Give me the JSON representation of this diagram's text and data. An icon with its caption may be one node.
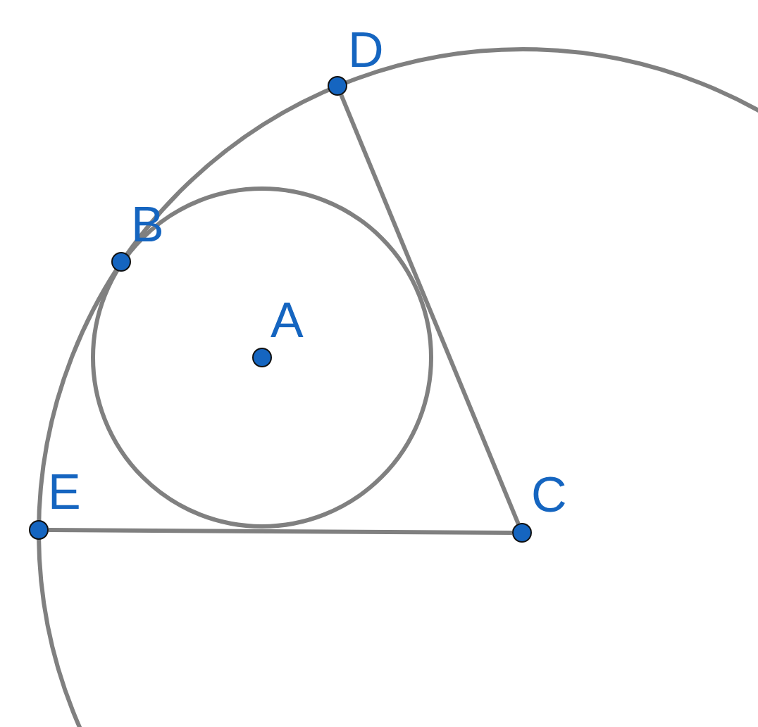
{
  "diagram": {
    "nodes": [
      {
        "text": [],
        "shape": "circle",
        "beside": [
          "D"
        ]
      },
      {
        "text": [],
        "shape": "circle",
        "beside": [
          "B"
        ]
      },
      {
        "text": [],
        "shape": "circle",
        "beside": [
          "A"
        ]
      },
      {
        "text": [],
        "shape": "circle",
        "beside": [
          "E"
        ]
      },
      {
        "text": [],
        "shape": "circle",
        "beside": [
          "C"
        ]
      }
    ],
    "edges": [
      {
        "from": 0,
        "to": 4,
        "arrow": "none"
      },
      {
        "from": 3,
        "to": 4,
        "arrow": "none"
      }
    ]
  }
}
